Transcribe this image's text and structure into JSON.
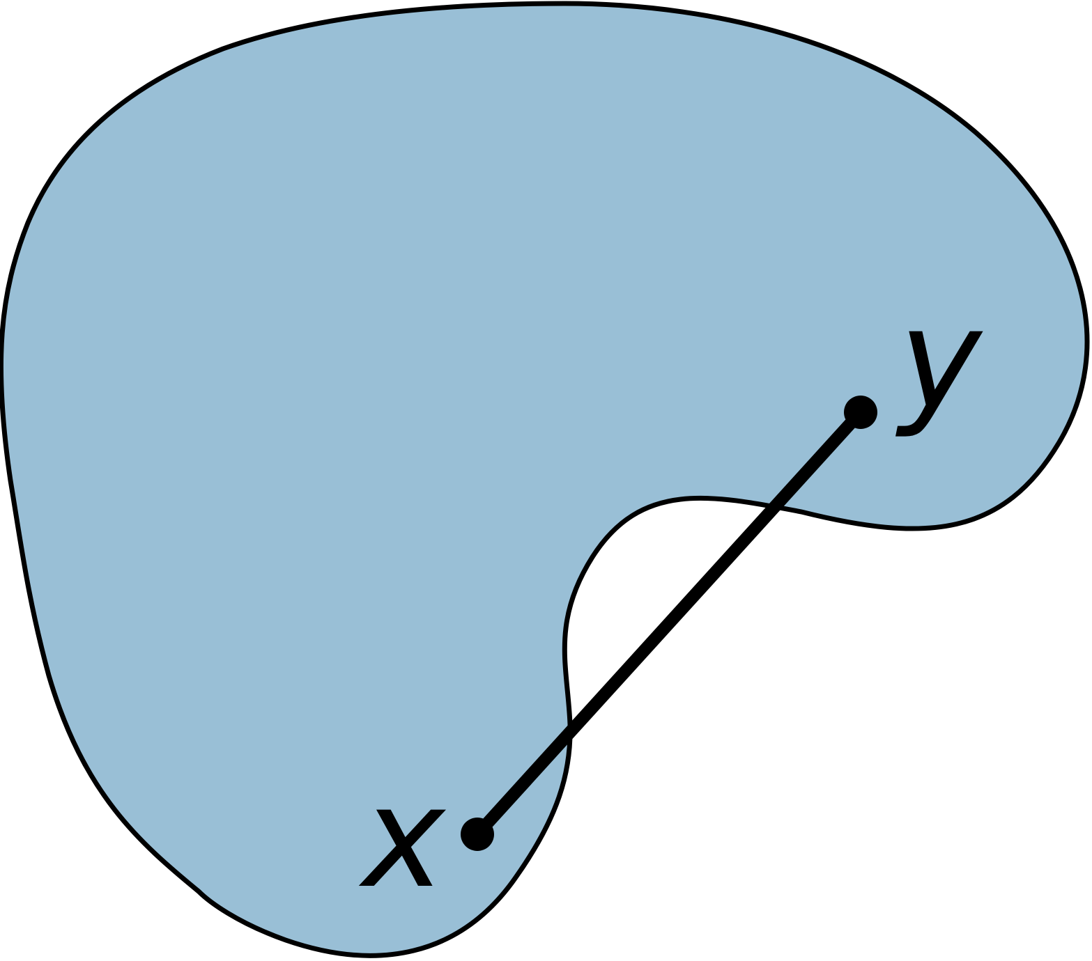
{
  "diagram": {
    "region_fill": "#99bfd6",
    "stroke_color": "#000000",
    "points": [
      {
        "id": "x",
        "label": "x"
      },
      {
        "id": "y",
        "label": "y"
      }
    ]
  }
}
